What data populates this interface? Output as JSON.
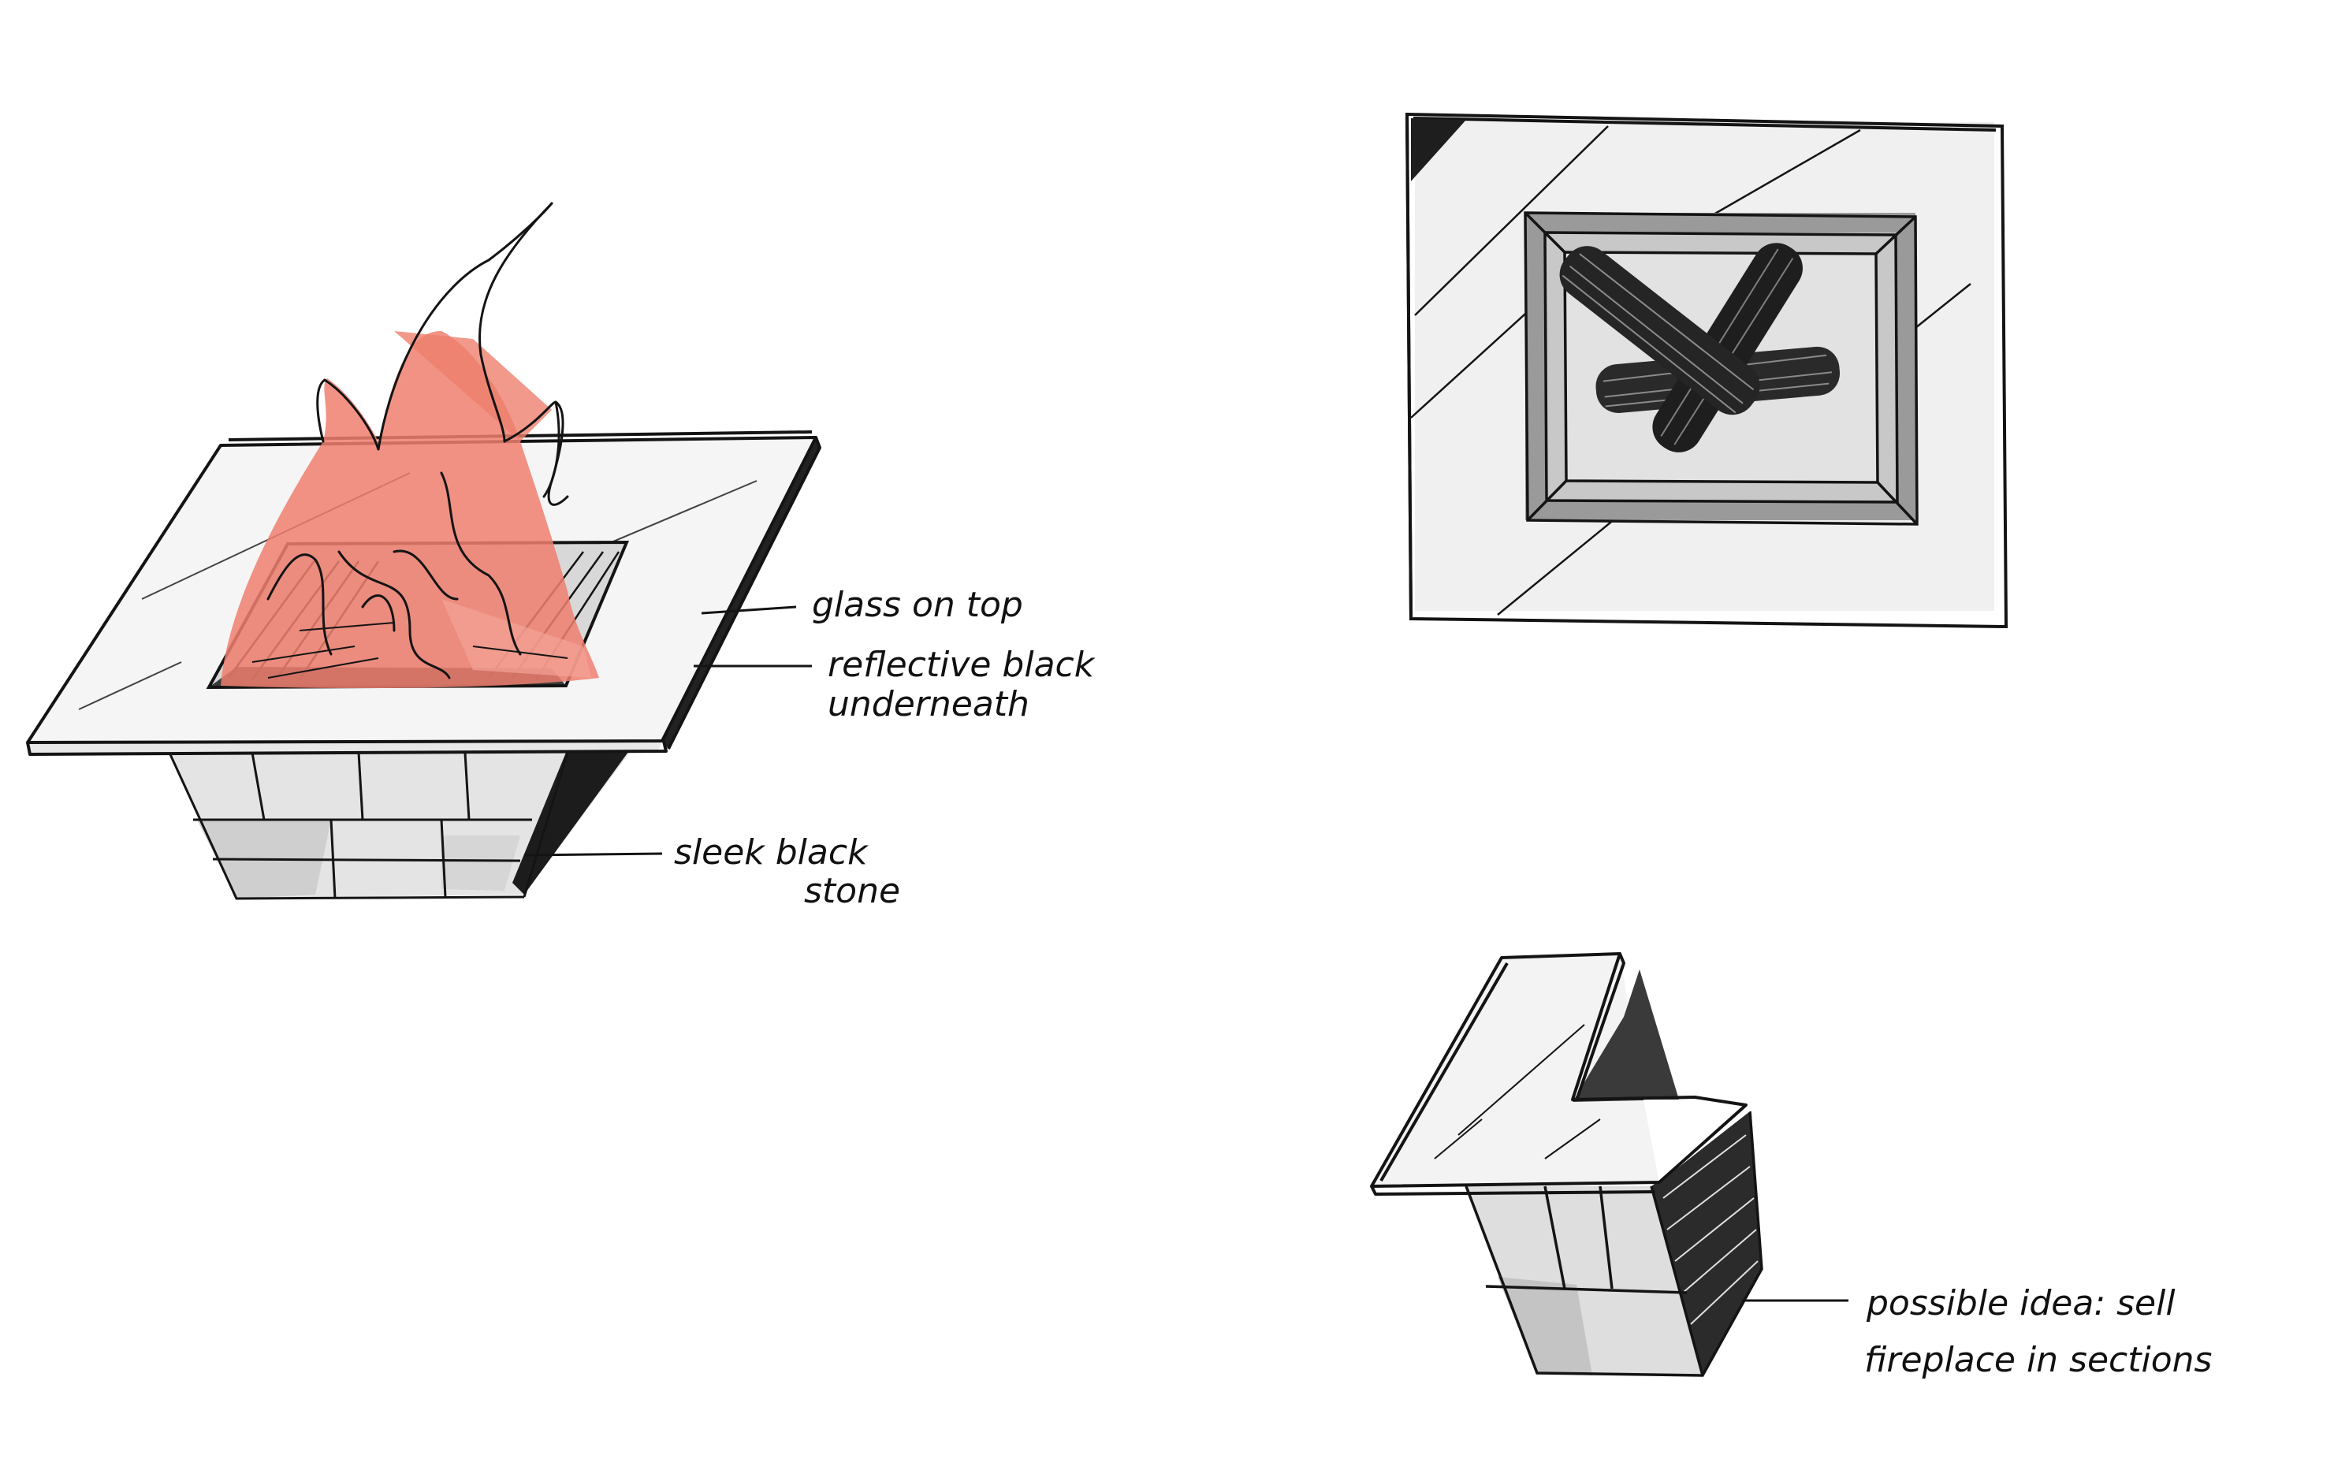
{
  "annotations": {
    "glass_top": "glass on top",
    "reflective_line1": "reflective black",
    "reflective_line2": "underneath",
    "stone_line1": "sleek black",
    "stone_line2": "stone",
    "idea_line1": "possible idea: sell",
    "idea_line2": "fireplace in sections"
  },
  "colors": {
    "ink": "#141414",
    "flame": "#ee7f6e",
    "gray_light": "#dcdcdc",
    "gray_mid": "#b9b9b9",
    "gray_dark": "#5a5a5a"
  }
}
